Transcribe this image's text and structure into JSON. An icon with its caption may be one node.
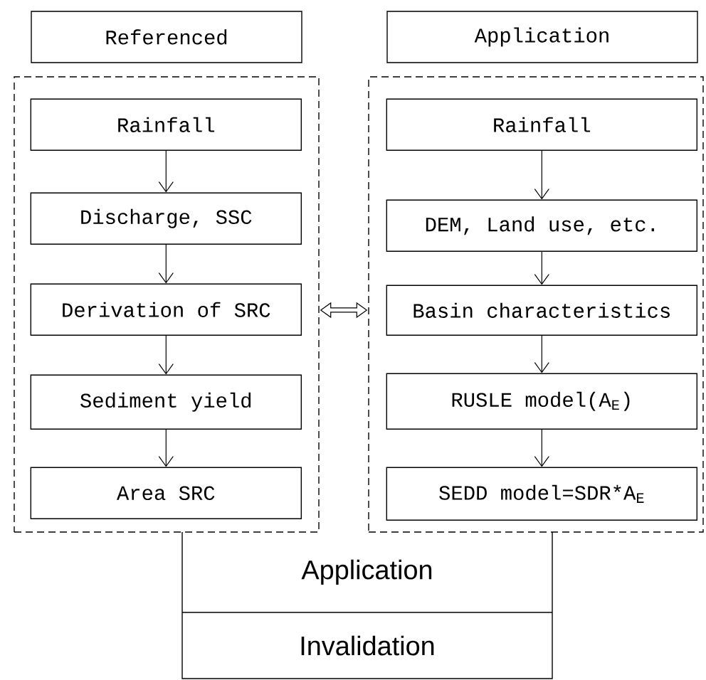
{
  "diagram": {
    "nodes": [
      {
        "text": [
          "Referenced"
        ]
      },
      {
        "text": [
          "Application"
        ]
      },
      {
        "text": [],
        "shape": "box"
      },
      {
        "text": [
          "Rainfall"
        ],
        "in": 2
      },
      {
        "text": [
          "Discharge, SSC"
        ],
        "in": 2
      },
      {
        "text": [
          "Derivation of SRC"
        ],
        "in": 2
      },
      {
        "text": [
          "Sediment yield"
        ],
        "in": 2
      },
      {
        "text": [
          "Area SRC"
        ],
        "in": 2
      },
      {
        "text": [],
        "shape": "box"
      },
      {
        "text": [
          "Rainfall"
        ],
        "in": 8
      },
      {
        "text": [
          "DEM, Land use, etc."
        ],
        "in": 8
      },
      {
        "text": [
          "Basin characteristics"
        ],
        "in": 8
      },
      {
        "text": [
          "RUSLE model(A$_{E}$)"
        ],
        "in": 8
      },
      {
        "text": [
          "SEDD model=SDR*A$_{E}$"
        ],
        "in": 8
      },
      {
        "text": [
          "Application",
          "Invalidation"
        ]
      }
    ],
    "edges": [
      {
        "from": 3,
        "to": 4,
        "arrow": "to"
      },
      {
        "from": 4,
        "to": 5,
        "arrow": "to"
      },
      {
        "from": 5,
        "to": 6,
        "arrow": "to"
      },
      {
        "from": 6,
        "to": 7,
        "arrow": "to"
      },
      {
        "from": 9,
        "to": 10,
        "arrow": "to"
      },
      {
        "from": 10,
        "to": 11,
        "arrow": "to"
      },
      {
        "from": 11,
        "to": 12,
        "arrow": "to"
      },
      {
        "from": 12,
        "to": 13,
        "arrow": "to"
      },
      {
        "from": 2,
        "to": 8,
        "arrow": "both",
        "style": "thick"
      }
    ]
  }
}
